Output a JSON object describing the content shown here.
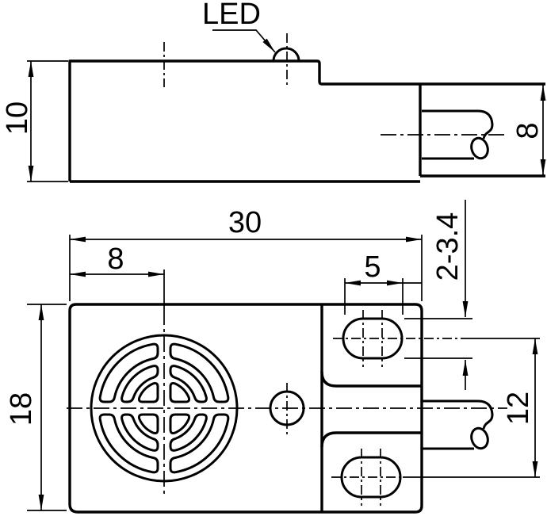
{
  "meta": {
    "description": "Technical dimension drawing of a rectangular inductive proximity sensor shown in two orthographic views (side view with LED indicator and cable, front view with circular sensing face, mounting hole and two mounting slots)"
  },
  "labels": {
    "led": "LED"
  },
  "dims": {
    "top_height": "10",
    "connector_height": "8",
    "overall_width": "30",
    "face_center_offset": "8",
    "slot_width": "5",
    "slot_size": "2-3.4",
    "overall_height": "18",
    "slot_spacing": "12"
  },
  "colors": {
    "line": "#000000",
    "background": "#ffffff"
  }
}
